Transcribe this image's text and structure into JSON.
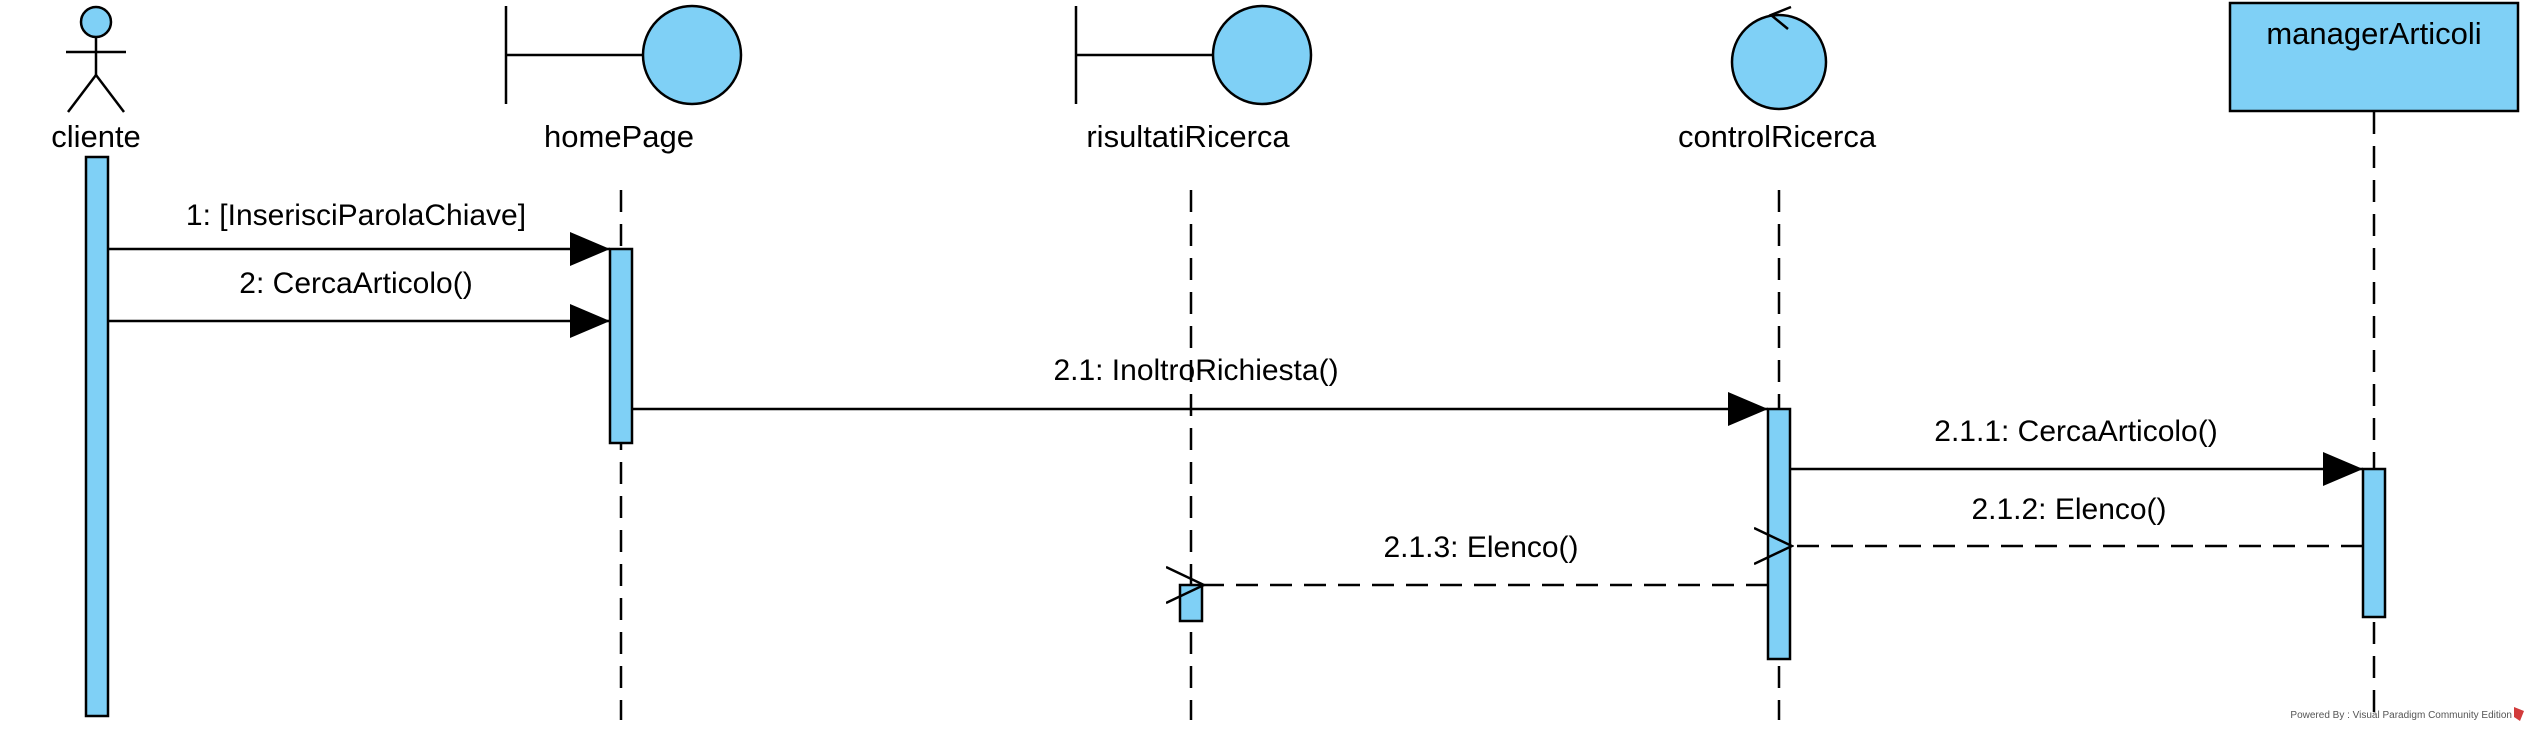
{
  "colors": {
    "participant_fill": "#7fd0f6",
    "line": "#000000"
  },
  "participants": [
    {
      "id": "cliente",
      "kind": "actor",
      "name": "cliente"
    },
    {
      "id": "homePage",
      "kind": "boundary",
      "name": "homePage"
    },
    {
      "id": "risultatiRicerca",
      "kind": "boundary",
      "name": "risultatiRicerca"
    },
    {
      "id": "controlRicerca",
      "kind": "control",
      "name": "controlRicerca"
    },
    {
      "id": "managerArticoli",
      "kind": "entity",
      "name": "managerArticoli"
    }
  ],
  "messages": [
    {
      "label": "1: [InserisciParolaChiave]",
      "from": "cliente",
      "to": "homePage",
      "type": "sync"
    },
    {
      "label": "2: CercaArticolo()",
      "from": "cliente",
      "to": "homePage",
      "type": "sync"
    },
    {
      "label": "2.1: InoltroRichiesta()",
      "from": "homePage",
      "to": "controlRicerca",
      "type": "sync"
    },
    {
      "label": "2.1.1: CercaArticolo()",
      "from": "controlRicerca",
      "to": "managerArticoli",
      "type": "sync"
    },
    {
      "label": "2.1.2: Elenco()",
      "from": "managerArticoli",
      "to": "controlRicerca",
      "type": "return"
    },
    {
      "label": "2.1.3: Elenco()",
      "from": "controlRicerca",
      "to": "risultatiRicerca",
      "type": "return"
    }
  ],
  "watermark": "Powered By : Visual Paradigm Community Edition"
}
